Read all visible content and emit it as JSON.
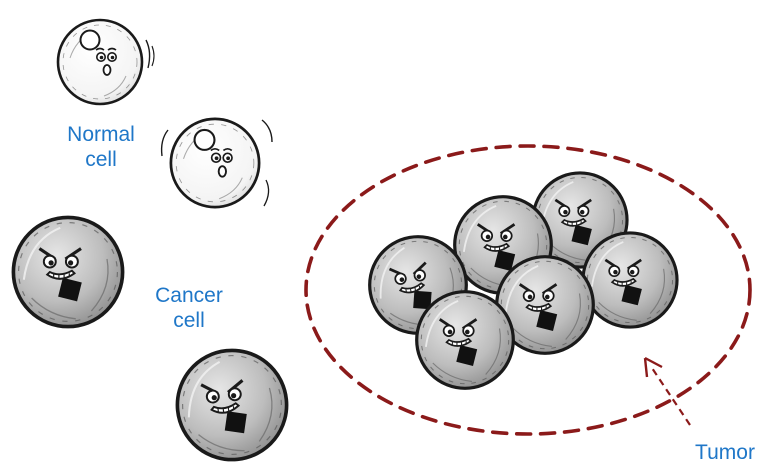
{
  "labels": {
    "normal": [
      "Normal",
      "cell"
    ],
    "cancer": [
      "Cancer",
      "cell"
    ],
    "tumor": "Tumor"
  },
  "colors": {
    "label_text": "#1f77c8",
    "tumor_outline": "#8b1a1a",
    "cancer_fill": "#bdbdbd",
    "normal_fill": "#f7f7f7",
    "outline": "#1a1a1a"
  }
}
